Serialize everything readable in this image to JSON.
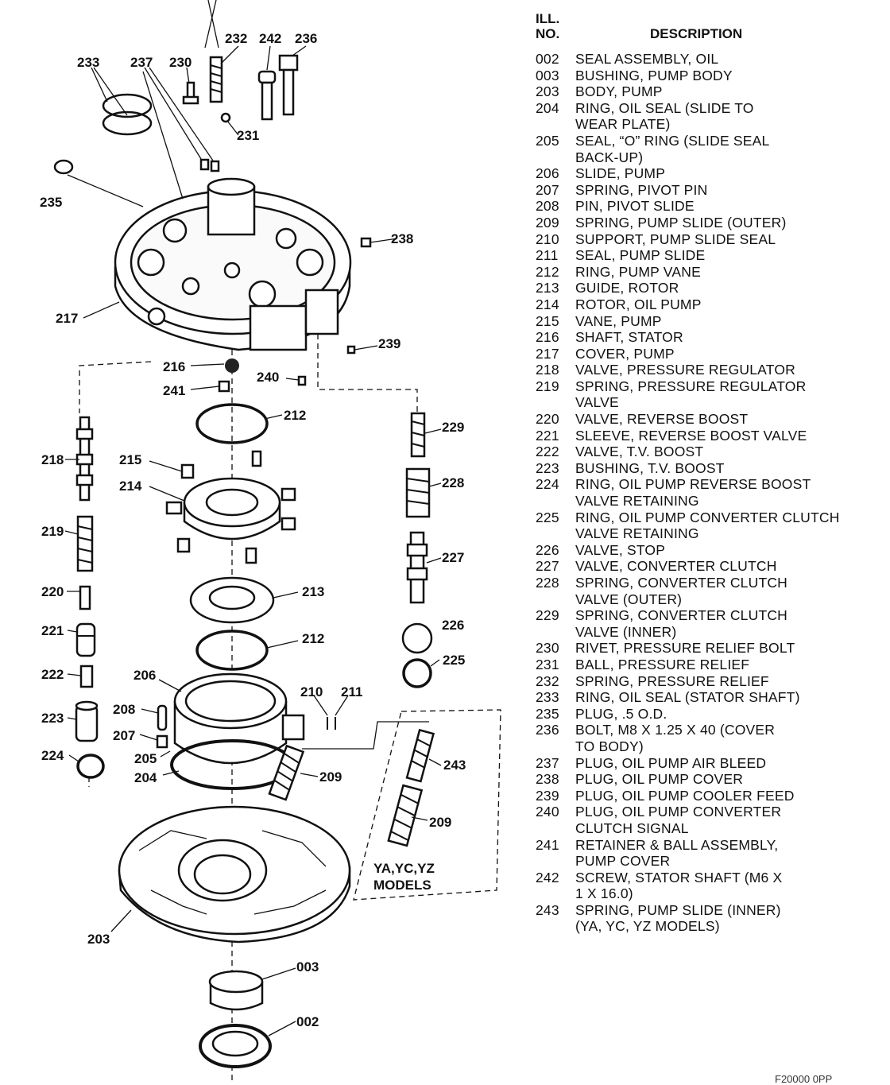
{
  "header": {
    "ill_no": "ILL.\nNO.",
    "description": "DESCRIPTION"
  },
  "parts": [
    {
      "no": "002",
      "desc": "SEAL ASSEMBLY, OIL"
    },
    {
      "no": "003",
      "desc": "BUSHING, PUMP BODY"
    },
    {
      "no": "203",
      "desc": "BODY, PUMP"
    },
    {
      "no": "204",
      "desc": "RING, OIL SEAL (SLIDE TO\nWEAR PLATE)"
    },
    {
      "no": "205",
      "desc": "SEAL, “O” RING (SLIDE SEAL\nBACK-UP)"
    },
    {
      "no": "206",
      "desc": "SLIDE, PUMP"
    },
    {
      "no": "207",
      "desc": "SPRING, PIVOT PIN"
    },
    {
      "no": "208",
      "desc": "PIN, PIVOT SLIDE"
    },
    {
      "no": "209",
      "desc": "SPRING, PUMP SLIDE (OUTER)"
    },
    {
      "no": "210",
      "desc": "SUPPORT, PUMP SLIDE SEAL"
    },
    {
      "no": "211",
      "desc": "SEAL, PUMP SLIDE"
    },
    {
      "no": "212",
      "desc": "RING, PUMP VANE"
    },
    {
      "no": "213",
      "desc": "GUIDE, ROTOR"
    },
    {
      "no": "214",
      "desc": "ROTOR, OIL PUMP"
    },
    {
      "no": "215",
      "desc": "VANE, PUMP"
    },
    {
      "no": "216",
      "desc": "SHAFT, STATOR"
    },
    {
      "no": "217",
      "desc": "COVER, PUMP"
    },
    {
      "no": "218",
      "desc": "VALVE, PRESSURE REGULATOR"
    },
    {
      "no": "219",
      "desc": "SPRING, PRESSURE REGULATOR\nVALVE"
    },
    {
      "no": "220",
      "desc": "VALVE, REVERSE BOOST"
    },
    {
      "no": "221",
      "desc": "SLEEVE, REVERSE BOOST VALVE"
    },
    {
      "no": "222",
      "desc": "VALVE, T.V. BOOST"
    },
    {
      "no": "223",
      "desc": "BUSHING, T.V. BOOST"
    },
    {
      "no": "224",
      "desc": "RING, OIL PUMP REVERSE BOOST\nVALVE RETAINING"
    },
    {
      "no": "225",
      "desc": "RING, OIL PUMP CONVERTER CLUTCH\nVALVE RETAINING"
    },
    {
      "no": "226",
      "desc": "VALVE, STOP"
    },
    {
      "no": "227",
      "desc": "VALVE, CONVERTER CLUTCH"
    },
    {
      "no": "228",
      "desc": "SPRING, CONVERTER CLUTCH\nVALVE (OUTER)"
    },
    {
      "no": "229",
      "desc": "SPRING, CONVERTER CLUTCH\nVALVE (INNER)"
    },
    {
      "no": "230",
      "desc": "RIVET, PRESSURE RELIEF BOLT"
    },
    {
      "no": "231",
      "desc": "BALL, PRESSURE RELIEF"
    },
    {
      "no": "232",
      "desc": "SPRING, PRESSURE RELIEF"
    },
    {
      "no": "233",
      "desc": "RING, OIL SEAL (STATOR SHAFT)"
    },
    {
      "no": "235",
      "desc": "PLUG, .5 O.D."
    },
    {
      "no": "236",
      "desc": "BOLT, M8 X 1.25 X 40 (COVER\nTO BODY)"
    },
    {
      "no": "237",
      "desc": "PLUG, OIL PUMP AIR BLEED"
    },
    {
      "no": "238",
      "desc": "PLUG, OIL PUMP COVER"
    },
    {
      "no": "239",
      "desc": "PLUG, OIL PUMP COOLER FEED"
    },
    {
      "no": "240",
      "desc": "PLUG, OIL PUMP CONVERTER\nCLUTCH SIGNAL"
    },
    {
      "no": "241",
      "desc": "RETAINER & BALL ASSEMBLY,\nPUMP COVER"
    },
    {
      "no": "242",
      "desc": "SCREW, STATOR SHAFT (M6 X\n1 X 16.0)"
    },
    {
      "no": "243",
      "desc": "SPRING, PUMP SLIDE (INNER)\n(YA, YC, YZ MODELS)"
    }
  ],
  "callouts": {
    "c233": "233",
    "c237": "237",
    "c230": "230",
    "c232": "232",
    "c242": "242",
    "c236": "236",
    "c231": "231",
    "c235": "235",
    "c238": "238",
    "c217": "217",
    "c239": "239",
    "c216": "216",
    "c240": "240",
    "c241": "241",
    "c212a": "212",
    "c229": "229",
    "c218": "218",
    "c215": "215",
    "c214": "214",
    "c228": "228",
    "c219": "219",
    "c227": "227",
    "c220": "220",
    "c213": "213",
    "c221": "221",
    "c212b": "212",
    "c226": "226",
    "c225": "225",
    "c222": "222",
    "c206": "206",
    "c210": "210",
    "c211": "211",
    "c208": "208",
    "c223": "223",
    "c207": "207",
    "c205": "205",
    "c243": "243",
    "c224": "224",
    "c204": "204",
    "c209a": "209",
    "c209b": "209",
    "c203": "203",
    "c003": "003",
    "c002": "002"
  },
  "models_note": {
    "line1": "YA,YC,YZ",
    "line2": "MODELS"
  },
  "footer": "F20000 0PP"
}
